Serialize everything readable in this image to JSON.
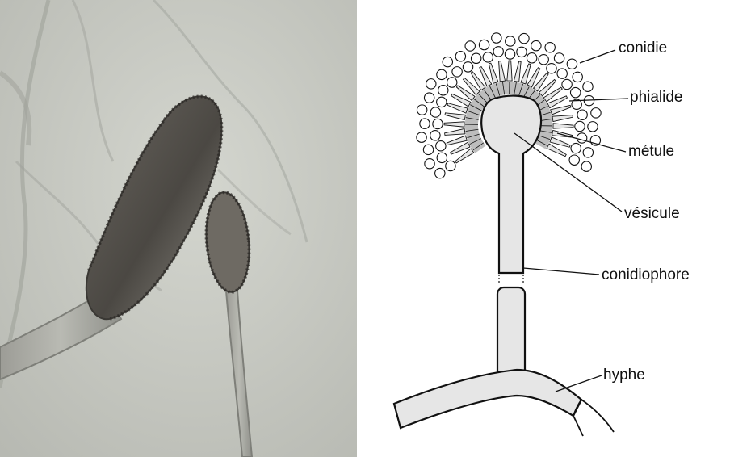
{
  "labels": {
    "conidie": "conidie",
    "phialide": "phialide",
    "metule": "métule",
    "vesicule": "vésicule",
    "conidiophore": "conidiophore",
    "hyphe": "hyphe"
  },
  "colors": {
    "photo_background": "#c9cbc4",
    "structure_fill": "#e6e6e6",
    "metule_fill": "#bdbdbd",
    "outline": "#111111"
  }
}
